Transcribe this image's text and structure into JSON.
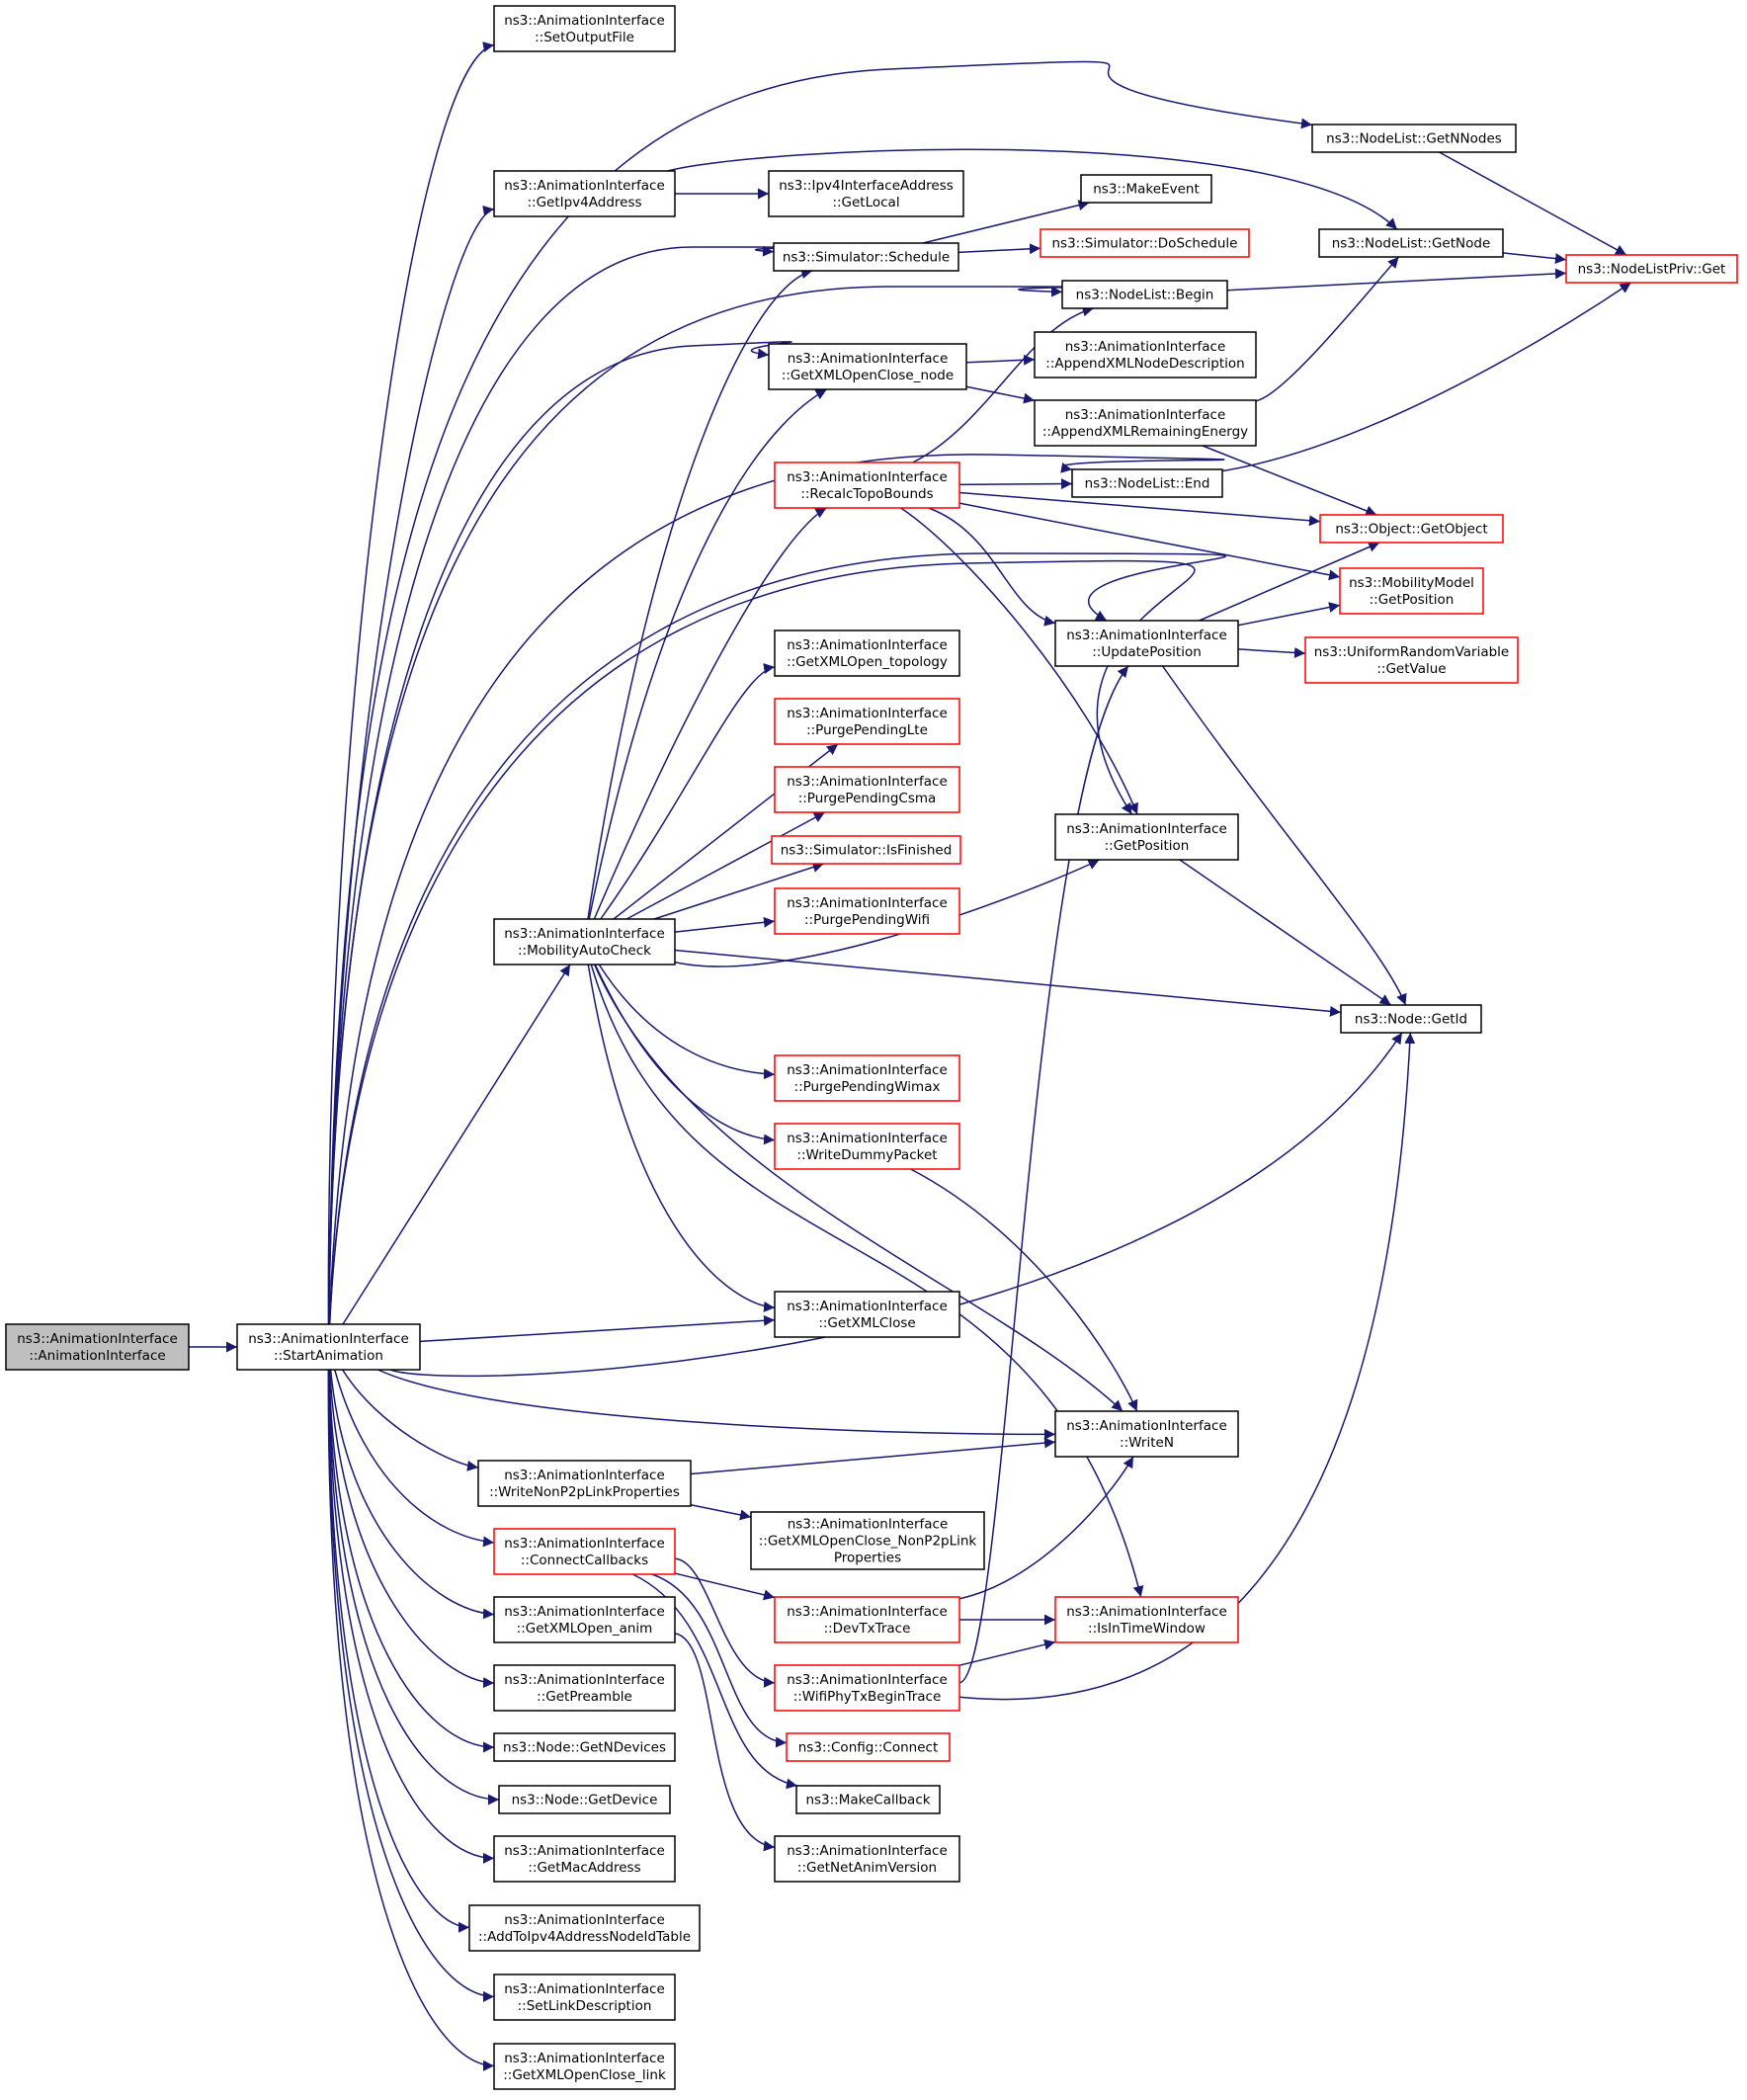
{
  "colors": {
    "edge": "#191970",
    "box_border_normal": "#000000",
    "box_border_truncated": "#ff0000",
    "box_fill": "#ffffff",
    "root_fill": "#bfbfbf"
  },
  "nodes": [
    {
      "id": "root",
      "lines": [
        "ns3::AnimationInterface",
        "::AnimationInterface"
      ],
      "style": "root"
    },
    {
      "id": "start",
      "lines": [
        "ns3::AnimationInterface",
        "::StartAnimation"
      ],
      "style": "normal"
    },
    {
      "id": "setoutput",
      "lines": [
        "ns3::AnimationInterface",
        "::SetOutputFile"
      ],
      "style": "normal"
    },
    {
      "id": "getnnodes",
      "lines": [
        "ns3::NodeList::GetNNodes"
      ],
      "style": "normal"
    },
    {
      "id": "getipv4",
      "lines": [
        "ns3::AnimationInterface",
        "::GetIpv4Address"
      ],
      "style": "normal"
    },
    {
      "id": "getlocal",
      "lines": [
        "ns3::Ipv4InterfaceAddress",
        "::GetLocal"
      ],
      "style": "normal"
    },
    {
      "id": "makeevent",
      "lines": [
        "ns3::MakeEvent"
      ],
      "style": "normal"
    },
    {
      "id": "getnode",
      "lines": [
        "ns3::NodeList::GetNode"
      ],
      "style": "normal"
    },
    {
      "id": "schedule",
      "lines": [
        "ns3::Simulator::Schedule"
      ],
      "style": "normal"
    },
    {
      "id": "doschedule",
      "lines": [
        "ns3::Simulator::DoSchedule"
      ],
      "style": "red"
    },
    {
      "id": "nlpget",
      "lines": [
        "ns3::NodeListPriv::Get"
      ],
      "style": "red"
    },
    {
      "id": "begin",
      "lines": [
        "ns3::NodeList::Begin"
      ],
      "style": "normal"
    },
    {
      "id": "openclosenode",
      "lines": [
        "ns3::AnimationInterface",
        "::GetXMLOpenClose_node"
      ],
      "style": "normal"
    },
    {
      "id": "appendnode",
      "lines": [
        "ns3::AnimationInterface",
        "::AppendXMLNodeDescription"
      ],
      "style": "normal"
    },
    {
      "id": "appendenergy",
      "lines": [
        "ns3::AnimationInterface",
        "::AppendXMLRemainingEnergy"
      ],
      "style": "normal"
    },
    {
      "id": "recalc",
      "lines": [
        "ns3::AnimationInterface",
        "::RecalcTopoBounds"
      ],
      "style": "red"
    },
    {
      "id": "end",
      "lines": [
        "ns3::NodeList::End"
      ],
      "style": "normal"
    },
    {
      "id": "getobject",
      "lines": [
        "ns3::Object::GetObject"
      ],
      "style": "red"
    },
    {
      "id": "mobgetpos",
      "lines": [
        "ns3::MobilityModel",
        "::GetPosition"
      ],
      "style": "red"
    },
    {
      "id": "updatepos",
      "lines": [
        "ns3::AnimationInterface",
        "::UpdatePosition"
      ],
      "style": "normal"
    },
    {
      "id": "getvalue",
      "lines": [
        "ns3::UniformRandomVariable",
        "::GetValue"
      ],
      "style": "red"
    },
    {
      "id": "opentopo",
      "lines": [
        "ns3::AnimationInterface",
        "::GetXMLOpen_topology"
      ],
      "style": "normal"
    },
    {
      "id": "purgelte",
      "lines": [
        "ns3::AnimationInterface",
        "::PurgePendingLte"
      ],
      "style": "red"
    },
    {
      "id": "purgecsma",
      "lines": [
        "ns3::AnimationInterface",
        "::PurgePendingCsma"
      ],
      "style": "red"
    },
    {
      "id": "getposition",
      "lines": [
        "ns3::AnimationInterface",
        "::GetPosition"
      ],
      "style": "normal"
    },
    {
      "id": "isfinished",
      "lines": [
        "ns3::Simulator::IsFinished"
      ],
      "style": "red"
    },
    {
      "id": "purgewifi",
      "lines": [
        "ns3::AnimationInterface",
        "::PurgePendingWifi"
      ],
      "style": "red"
    },
    {
      "id": "mobcheck",
      "lines": [
        "ns3::AnimationInterface",
        "::MobilityAutoCheck"
      ],
      "style": "normal"
    },
    {
      "id": "getid",
      "lines": [
        "ns3::Node::GetId"
      ],
      "style": "normal"
    },
    {
      "id": "purgewimax",
      "lines": [
        "ns3::AnimationInterface",
        "::PurgePendingWimax"
      ],
      "style": "red"
    },
    {
      "id": "writedummy",
      "lines": [
        "ns3::AnimationInterface",
        "::WriteDummyPacket"
      ],
      "style": "red"
    },
    {
      "id": "getxmlclose",
      "lines": [
        "ns3::AnimationInterface",
        "::GetXMLClose"
      ],
      "style": "normal"
    },
    {
      "id": "writen",
      "lines": [
        "ns3::AnimationInterface",
        "::WriteN"
      ],
      "style": "normal"
    },
    {
      "id": "writenonp2p",
      "lines": [
        "ns3::AnimationInterface",
        "::WriteNonP2pLinkProperties"
      ],
      "style": "normal"
    },
    {
      "id": "openclosenonp2p",
      "lines": [
        "ns3::AnimationInterface",
        "::GetXMLOpenClose_NonP2pLink",
        "Properties"
      ],
      "style": "normal"
    },
    {
      "id": "connectcb",
      "lines": [
        "ns3::AnimationInterface",
        "::ConnectCallbacks"
      ],
      "style": "red"
    },
    {
      "id": "devtx",
      "lines": [
        "ns3::AnimationInterface",
        "::DevTxTrace"
      ],
      "style": "red"
    },
    {
      "id": "isintime",
      "lines": [
        "ns3::AnimationInterface",
        "::IsInTimeWindow"
      ],
      "style": "red"
    },
    {
      "id": "openanim",
      "lines": [
        "ns3::AnimationInterface",
        "::GetXMLOpen_anim"
      ],
      "style": "normal"
    },
    {
      "id": "wifiphy",
      "lines": [
        "ns3::AnimationInterface",
        "::WifiPhyTxBeginTrace"
      ],
      "style": "red"
    },
    {
      "id": "preamble",
      "lines": [
        "ns3::AnimationInterface",
        "::GetPreamble"
      ],
      "style": "normal"
    },
    {
      "id": "getndevices",
      "lines": [
        "ns3::Node::GetNDevices"
      ],
      "style": "normal"
    },
    {
      "id": "configconnect",
      "lines": [
        "ns3::Config::Connect"
      ],
      "style": "red"
    },
    {
      "id": "getdevice",
      "lines": [
        "ns3::Node::GetDevice"
      ],
      "style": "normal"
    },
    {
      "id": "makecallback",
      "lines": [
        "ns3::MakeCallback"
      ],
      "style": "normal"
    },
    {
      "id": "getmac",
      "lines": [
        "ns3::AnimationInterface",
        "::GetMacAddress"
      ],
      "style": "normal"
    },
    {
      "id": "netanimver",
      "lines": [
        "ns3::AnimationInterface",
        "::GetNetAnimVersion"
      ],
      "style": "normal"
    },
    {
      "id": "addtoipv4",
      "lines": [
        "ns3::AnimationInterface",
        "::AddToIpv4AddressNodeIdTable"
      ],
      "style": "normal"
    },
    {
      "id": "setlinkdesc",
      "lines": [
        "ns3::AnimationInterface",
        "::SetLinkDescription"
      ],
      "style": "normal"
    },
    {
      "id": "openclolink",
      "lines": [
        "ns3::AnimationInterface",
        "::GetXMLOpenClose_link"
      ],
      "style": "normal"
    }
  ],
  "edges": [
    [
      "root",
      "start"
    ],
    [
      "start",
      "setoutput"
    ],
    [
      "start",
      "getnnodes"
    ],
    [
      "start",
      "getipv4"
    ],
    [
      "start",
      "schedule"
    ],
    [
      "start",
      "begin"
    ],
    [
      "start",
      "openclosenode"
    ],
    [
      "start",
      "end"
    ],
    [
      "start",
      "updatepos"
    ],
    [
      "start",
      "getposition"
    ],
    [
      "start",
      "mobcheck"
    ],
    [
      "start",
      "getxmlclose"
    ],
    [
      "start",
      "getid"
    ],
    [
      "start",
      "writen"
    ],
    [
      "start",
      "writenonp2p"
    ],
    [
      "start",
      "connectcb"
    ],
    [
      "start",
      "openanim"
    ],
    [
      "start",
      "preamble"
    ],
    [
      "start",
      "getndevices"
    ],
    [
      "start",
      "getdevice"
    ],
    [
      "start",
      "getmac"
    ],
    [
      "start",
      "addtoipv4"
    ],
    [
      "start",
      "setlinkdesc"
    ],
    [
      "start",
      "openclolink"
    ],
    [
      "getipv4",
      "getlocal"
    ],
    [
      "getipv4",
      "getnode"
    ],
    [
      "getnnodes",
      "nlpget"
    ],
    [
      "getnode",
      "nlpget"
    ],
    [
      "begin",
      "nlpget"
    ],
    [
      "end",
      "nlpget"
    ],
    [
      "schedule",
      "makeevent"
    ],
    [
      "schedule",
      "doschedule"
    ],
    [
      "openclosenode",
      "appendnode"
    ],
    [
      "openclosenode",
      "appendenergy"
    ],
    [
      "appendenergy",
      "getnode"
    ],
    [
      "appendenergy",
      "getobject"
    ],
    [
      "recalc",
      "begin"
    ],
    [
      "recalc",
      "end"
    ],
    [
      "recalc",
      "getobject"
    ],
    [
      "recalc",
      "mobgetpos"
    ],
    [
      "recalc",
      "updatepos"
    ],
    [
      "recalc",
      "getposition"
    ],
    [
      "updatepos",
      "getobject"
    ],
    [
      "updatepos",
      "mobgetpos"
    ],
    [
      "updatepos",
      "getvalue"
    ],
    [
      "updatepos",
      "getid"
    ],
    [
      "getposition",
      "getid"
    ],
    [
      "mobcheck",
      "schedule"
    ],
    [
      "mobcheck",
      "openclosenode"
    ],
    [
      "mobcheck",
      "recalc"
    ],
    [
      "mobcheck",
      "opentopo"
    ],
    [
      "mobcheck",
      "purgelte"
    ],
    [
      "mobcheck",
      "purgecsma"
    ],
    [
      "mobcheck",
      "isfinished"
    ],
    [
      "mobcheck",
      "purgewifi"
    ],
    [
      "mobcheck",
      "getposition"
    ],
    [
      "mobcheck",
      "getid"
    ],
    [
      "mobcheck",
      "purgewimax"
    ],
    [
      "mobcheck",
      "writedummy"
    ],
    [
      "mobcheck",
      "getxmlclose"
    ],
    [
      "mobcheck",
      "writen"
    ],
    [
      "mobcheck",
      "isintime"
    ],
    [
      "writedummy",
      "writen"
    ],
    [
      "writenonp2p",
      "writen"
    ],
    [
      "writenonp2p",
      "openclosenonp2p"
    ],
    [
      "connectcb",
      "devtx"
    ],
    [
      "connectcb",
      "wifiphy"
    ],
    [
      "connectcb",
      "configconnect"
    ],
    [
      "connectcb",
      "makecallback"
    ],
    [
      "devtx",
      "writen"
    ],
    [
      "devtx",
      "isintime"
    ],
    [
      "wifiphy",
      "isintime"
    ],
    [
      "wifiphy",
      "updatepos"
    ],
    [
      "wifiphy",
      "getid"
    ],
    [
      "openanim",
      "netanimver"
    ]
  ]
}
